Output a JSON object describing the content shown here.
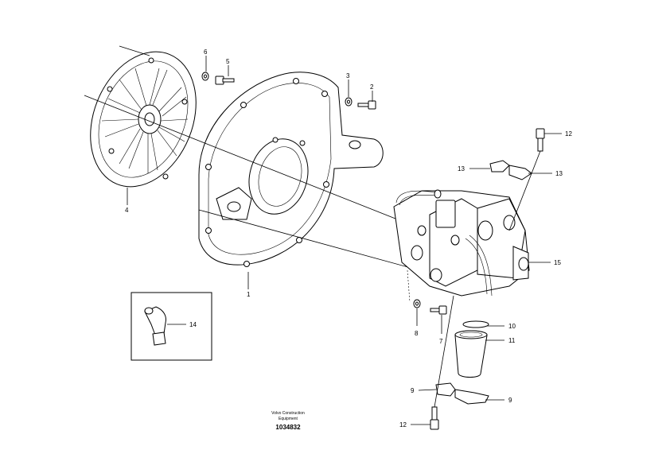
{
  "callouts": [
    "1",
    "2",
    "3",
    "4",
    "5",
    "6",
    "7",
    "8",
    "9",
    "9",
    "10",
    "11",
    "12",
    "12",
    "13",
    "13",
    "14",
    "15"
  ],
  "caption": {
    "line1": "Volvo Construction",
    "line2": "Equipment",
    "code": "1034832"
  }
}
